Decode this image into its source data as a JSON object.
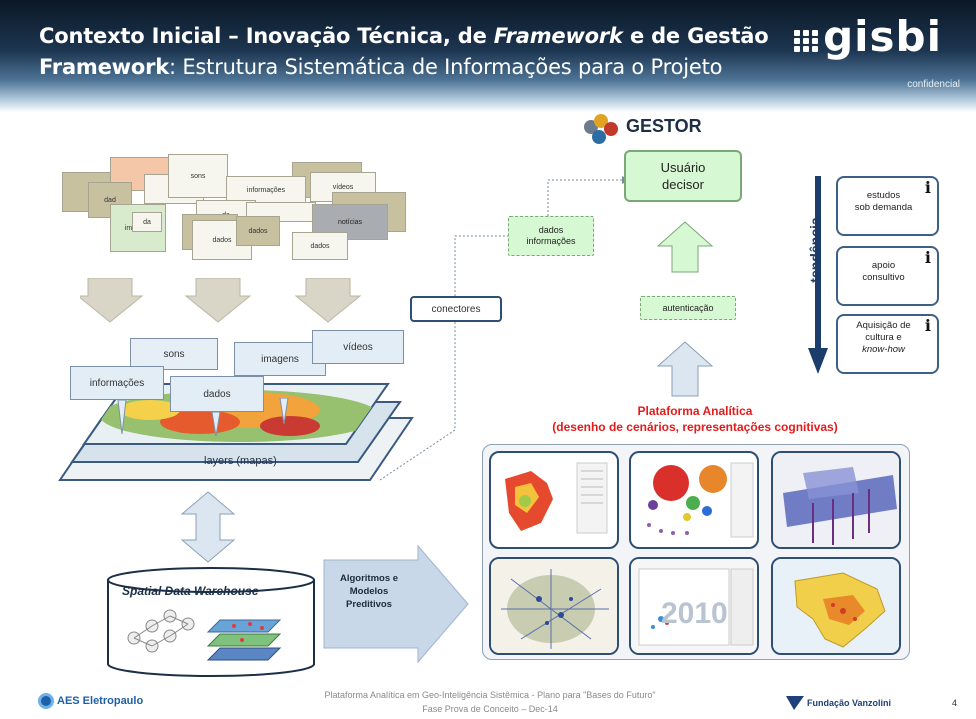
{
  "header": {
    "title_line1": "Contexto Inicial – Inovação Técnica, de ",
    "title_line1_em": "Framework",
    "title_line1_end": " e de Gestão",
    "title_line2_bold": "Framework",
    "title_line2_rest": ": Estrutura Sistemática de Informações para o Projeto",
    "logo": "gisbi",
    "confidential": "confidencial"
  },
  "collage": {
    "labels": [
      "sons",
      "vídeos",
      "da",
      "informações",
      "imagens",
      "notícias",
      "da",
      "dados",
      "dados",
      "dados",
      "dados",
      "dad",
      "da"
    ]
  },
  "map_stack": {
    "callouts": [
      "sons",
      "imagens",
      "vídeos",
      "informações",
      "dados"
    ],
    "caption": "layers (mapas)"
  },
  "warehouse": {
    "label": "Spatial Data Warehouse"
  },
  "algorithms": {
    "line1": "Algoritmos e",
    "line2": "Modelos",
    "line3": "Preditivos"
  },
  "connectors": "conectores",
  "gestor": {
    "label": "GESTOR",
    "user_line1": "Usuário",
    "user_line2": "decisor",
    "data_line1": "dados",
    "data_line2": "informações",
    "auth": "autenticação"
  },
  "tendencia": {
    "label": "tendência",
    "items": [
      {
        "l1": "estudos",
        "l2": "sob demanda",
        "l3": ""
      },
      {
        "l1": "apoio",
        "l2": "consultivo",
        "l3": ""
      },
      {
        "l1": "Aquisição de",
        "l2": "cultura e",
        "l3": "know-how"
      }
    ],
    "info_icon": "i"
  },
  "platform": {
    "title1": "Plataforma Analítica",
    "title2": "(desenho de cenários, representações cognitivas)",
    "year_label": "2010"
  },
  "footer": {
    "left_logo": "AES Eletropaulo",
    "line1": "Plataforma Analítica em Geo-Inteligência Sistêmica - Plano para \"Bases do Futuro\"",
    "line2": "Fase Prova de Conceito – Dec-14",
    "right_logo": "Fundação Vanzolini",
    "page": "4"
  },
  "colors": {
    "header_dark": "#0b1826",
    "accent_red": "#e31b1b",
    "tend_blue": "#3e5f86",
    "green_box": "#d6f8d2"
  }
}
